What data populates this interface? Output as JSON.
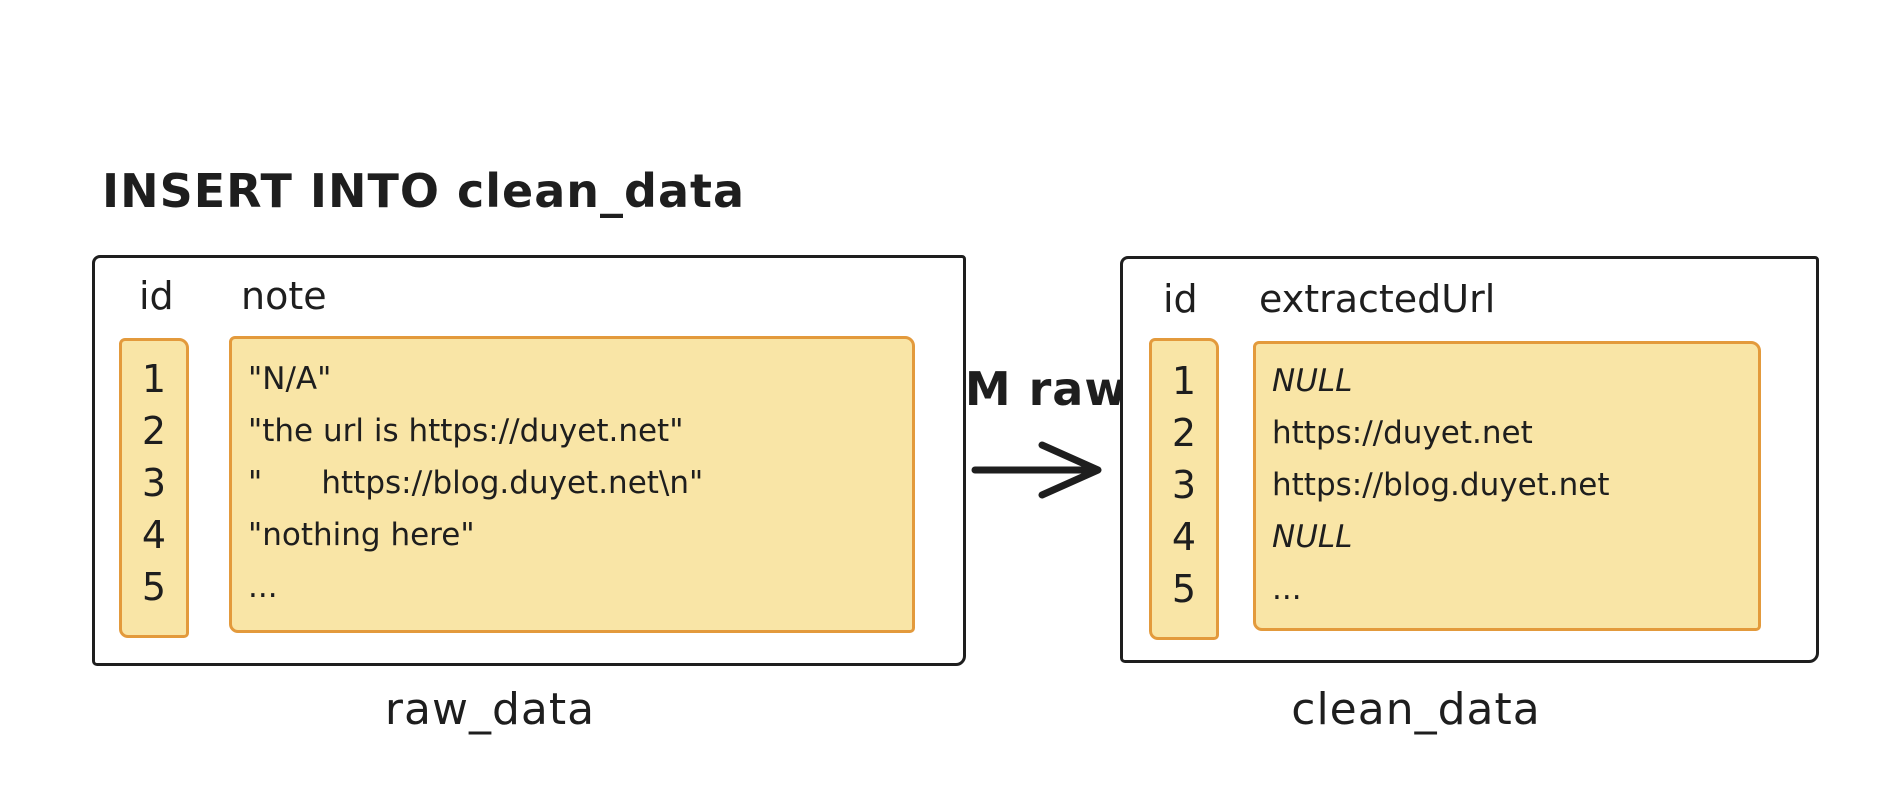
{
  "sql": {
    "line1": "INSERT INTO clean_data",
    "line2": "SELECT id, extractUrl(note) FROM raw_data"
  },
  "raw_table": {
    "label": "raw_data",
    "columns": {
      "id": "id",
      "value": "note"
    },
    "rows": [
      {
        "id": "1",
        "value": "\"N/A\""
      },
      {
        "id": "2",
        "value": "\"the url is https://duyet.net\""
      },
      {
        "id": "3",
        "value": "\"      https://blog.duyet.net\\n\""
      },
      {
        "id": "4",
        "value": "\"nothing here\""
      },
      {
        "id": "5",
        "value": "..."
      }
    ]
  },
  "clean_table": {
    "label": "clean_data",
    "columns": {
      "id": "id",
      "value": "extractedUrl"
    },
    "rows": [
      {
        "id": "1",
        "value": "NULL"
      },
      {
        "id": "2",
        "value": "https://duyet.net"
      },
      {
        "id": "3",
        "value": "https://blog.duyet.net"
      },
      {
        "id": "4",
        "value": "NULL"
      },
      {
        "id": "5",
        "value": "..."
      }
    ]
  },
  "icons": {
    "arrow": "arrow-right-icon"
  },
  "colors": {
    "ink": "#1e1e1e",
    "cell_fill": "#f9e5a6",
    "cell_border": "#e39a3c",
    "background": "#ffffff"
  }
}
